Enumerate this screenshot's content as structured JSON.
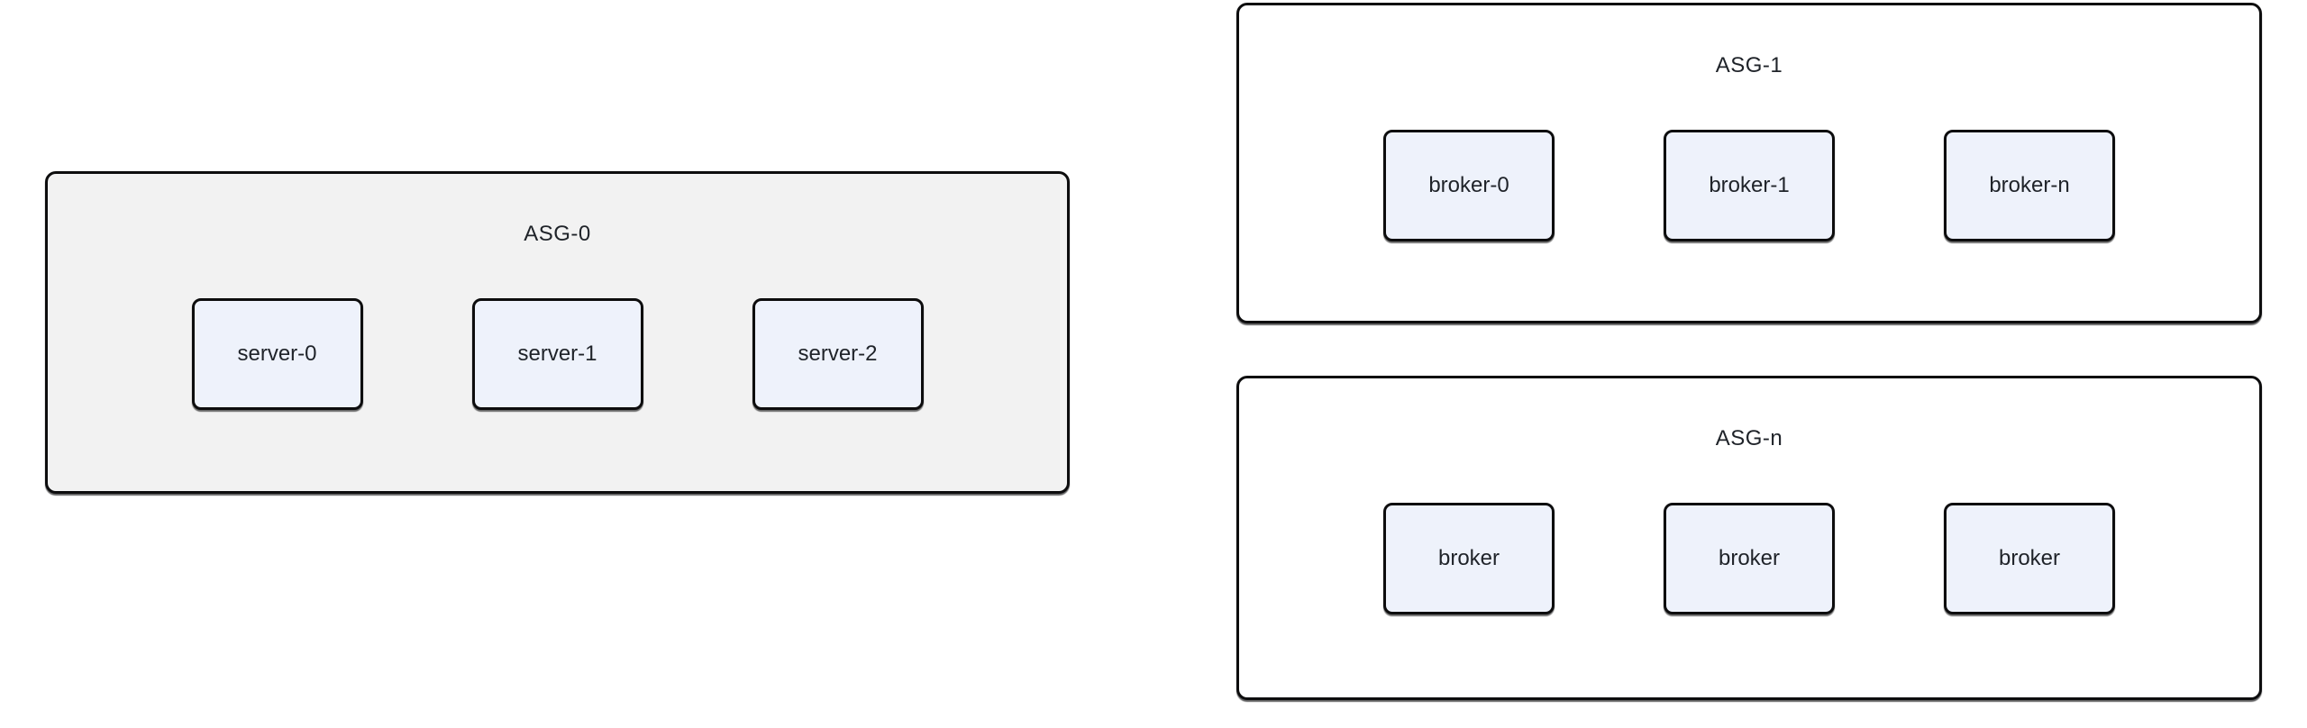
{
  "canvas": {
    "background": "#ffffff"
  },
  "colors": {
    "container_gray_fill": "#f2f2f2",
    "container_white_fill": "#ffffff",
    "node_fill": "#eef2fb",
    "border": "#0d0d0e",
    "text": "#1f2329"
  },
  "groups": [
    {
      "label": "ASG-0",
      "variant": "gray",
      "nodes": [
        {
          "label": "server-0"
        },
        {
          "label": "server-1"
        },
        {
          "label": "server-2"
        }
      ]
    },
    {
      "label": "ASG-1",
      "variant": "white",
      "nodes": [
        {
          "label": "broker-0"
        },
        {
          "label": "broker-1"
        },
        {
          "label": "broker-n"
        }
      ]
    },
    {
      "label": "ASG-n",
      "variant": "white",
      "nodes": [
        {
          "label": "broker"
        },
        {
          "label": "broker"
        },
        {
          "label": "broker"
        }
      ]
    }
  ]
}
